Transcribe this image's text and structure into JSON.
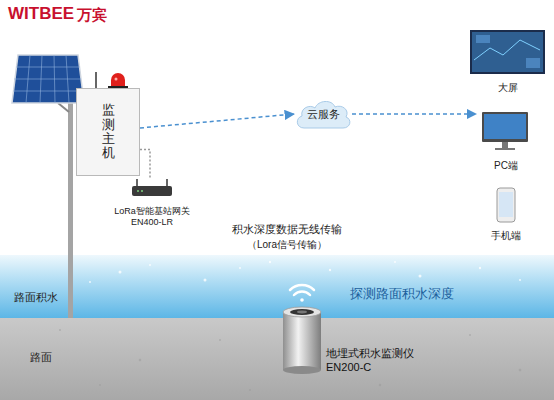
{
  "diagram": {
    "nodes": [
      {
        "text": [
          "监测主机"
        ]
      },
      {
        "text": [
          "LoRa智能基站网关 EN400-LR"
        ]
      },
      {
        "text": [
          "云服务"
        ]
      },
      {
        "text": [
          "大屏"
        ]
      },
      {
        "text": [
          "PC端"
        ]
      },
      {
        "text": [
          "手机端"
        ]
      },
      {
        "text": [
          "地埋式积水监测仪 EN200-C"
        ]
      }
    ],
    "edges": [
      {
        "from": 0,
        "to": 1,
        "arrow": "none"
      },
      {
        "from": 0,
        "to": 2,
        "arrow": "to"
      },
      {
        "from": 2,
        "to": 4,
        "arrow": "to"
      }
    ],
    "labels": [
      "WITBEE",
      "万宾",
      "积水深度数据无线传输",
      "（Lora信号传输）",
      "路面积水",
      "探测路面积水深度",
      "路面"
    ]
  }
}
